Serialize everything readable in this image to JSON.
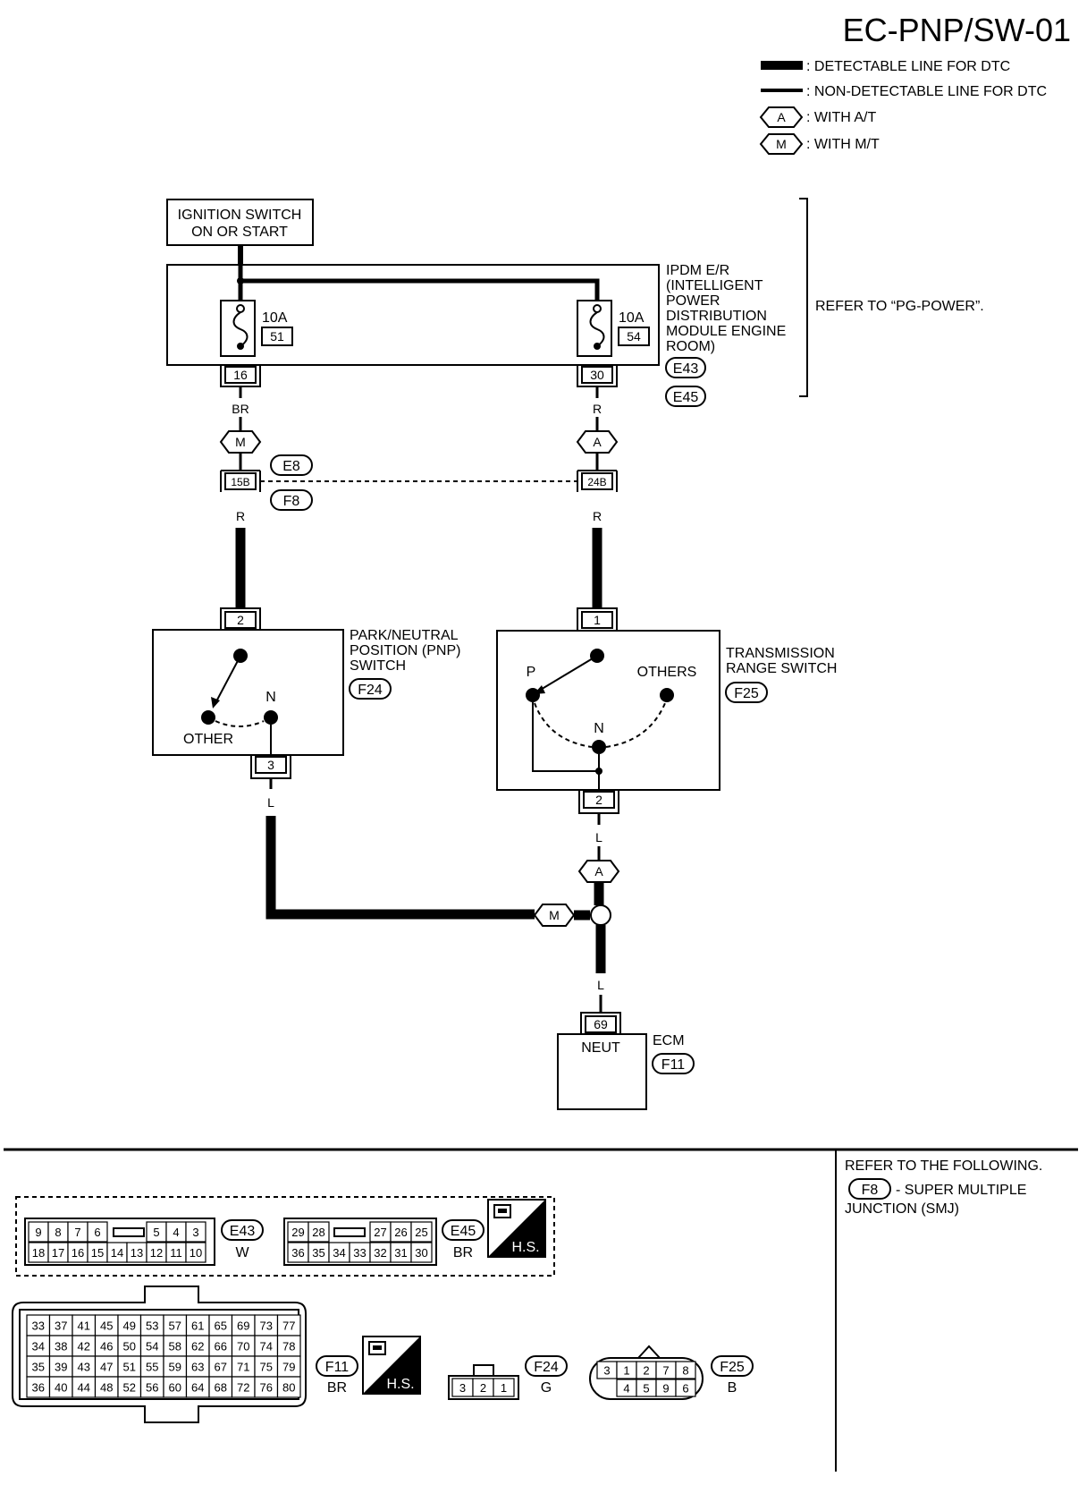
{
  "page_title": "EC-PNP/SW-01",
  "legend": {
    "detectable": ": DETECTABLE LINE FOR DTC",
    "non_detectable": ": NON-DETECTABLE LINE FOR DTC",
    "with_at_code": "A",
    "with_at": ": WITH A/T",
    "with_mt_code": "M",
    "with_mt": ": WITH M/T"
  },
  "ignition": {
    "line1": "IGNITION SWITCH",
    "line2": "ON OR START"
  },
  "ipdm": {
    "lines": [
      "IPDM E/R",
      "(INTELLIGENT",
      "POWER",
      "DISTRIBUTION",
      "MODULE ENGINE",
      "ROOM)"
    ],
    "connectors": [
      "E43",
      "E45"
    ],
    "refer": "REFER TO “PG-POWER”.",
    "fuse_left": {
      "amp": "10A",
      "num": "51",
      "pin": "16"
    },
    "fuse_right": {
      "amp": "10A",
      "num": "54",
      "pin": "30"
    }
  },
  "wires": {
    "br": "BR",
    "r_top": "R",
    "r_left": "R",
    "r_right": "R",
    "l_left": "L",
    "l_right": "L",
    "l_bottom": "L"
  },
  "junction": {
    "mt_code": "M",
    "at_code": "A",
    "pin_left": "15B",
    "pin_right": "24B",
    "conn_top": "E8",
    "conn_bottom": "F8"
  },
  "pnp_switch": {
    "lines": [
      "PARK/NEUTRAL",
      "POSITION (PNP)",
      "SWITCH"
    ],
    "connector": "F24",
    "pin_top": "2",
    "pin_bottom": "3",
    "n_label": "N",
    "other_label": "OTHER"
  },
  "tr_switch": {
    "lines": [
      "TRANSMISSION",
      "RANGE SWITCH"
    ],
    "connector": "F25",
    "pin_top": "1",
    "pin_bottom": "2",
    "p_label": "P",
    "others_label": "OTHERS",
    "n_label": "N"
  },
  "lower_codes": {
    "at_code": "A",
    "mt_code": "M"
  },
  "ecm": {
    "pin": "69",
    "signal": "NEUT",
    "label": "ECM",
    "connector": "F11"
  },
  "refer_following": {
    "line1": "REFER TO THE FOLLOWING.",
    "connector": "F8",
    "desc1": "- SUPER MULTIPLE",
    "desc2": "JUNCTION (SMJ)"
  },
  "hs_label": "H.S.",
  "connector_views": {
    "e43": {
      "id": "E43",
      "color": "W",
      "row1": [
        "9",
        "8",
        "7",
        "6",
        "",
        "5",
        "4",
        "3"
      ],
      "row2": [
        "18",
        "17",
        "16",
        "15",
        "14",
        "13",
        "12",
        "11",
        "10"
      ]
    },
    "e45": {
      "id": "E45",
      "color": "BR",
      "row1": [
        "29",
        "28",
        "",
        "27",
        "26",
        "25"
      ],
      "row2": [
        "36",
        "35",
        "34",
        "33",
        "32",
        "31",
        "30"
      ]
    },
    "f11": {
      "id": "F11",
      "color": "BR",
      "rows": [
        [
          "33",
          "37",
          "41",
          "45",
          "49",
          "53",
          "57",
          "61",
          "65",
          "69",
          "73",
          "77"
        ],
        [
          "34",
          "38",
          "42",
          "46",
          "50",
          "54",
          "58",
          "62",
          "66",
          "70",
          "74",
          "78"
        ],
        [
          "35",
          "39",
          "43",
          "47",
          "51",
          "55",
          "59",
          "63",
          "67",
          "71",
          "75",
          "79"
        ],
        [
          "36",
          "40",
          "44",
          "48",
          "52",
          "56",
          "60",
          "64",
          "68",
          "72",
          "76",
          "80"
        ]
      ]
    },
    "f24": {
      "id": "F24",
      "color": "G",
      "pins": [
        "3",
        "2",
        "1"
      ]
    },
    "f25": {
      "id": "F25",
      "color": "B",
      "row1": [
        "3",
        "1",
        "2",
        "7",
        "8"
      ],
      "row2": [
        "4",
        "5",
        "9",
        "6"
      ]
    }
  }
}
